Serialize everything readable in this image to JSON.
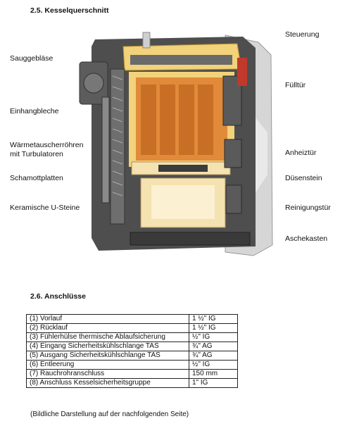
{
  "section1": {
    "title": "2.5. Kesselquerschnitt"
  },
  "labels_left": [
    {
      "text": "Sauggebläse",
      "lines": [
        "Sauggebläse"
      ]
    },
    {
      "text": "Einhangbleche",
      "lines": [
        "Einhangbleche"
      ]
    },
    {
      "text": "Wärmetauscherröhren mit Turbulatoren",
      "lines": [
        "Wärmetauscherröhren",
        "mit Turbulatoren"
      ]
    },
    {
      "text": "Schamottplatten",
      "lines": [
        "Schamottplatten"
      ]
    },
    {
      "text": "Keramische U-Steine",
      "lines": [
        "Keramische U-Steine"
      ]
    }
  ],
  "labels_right": [
    "Steuerung",
    "Fülltür",
    "Anheiztür",
    "Düsenstein",
    "Reinigungstür",
    "Aschekasten"
  ],
  "section2": {
    "title": "2.6. Anschlüsse"
  },
  "connections": [
    {
      "name": "(1) Vorlauf",
      "size": "1 ½\" IG"
    },
    {
      "name": "(2) Rücklauf",
      "size": "1 ½\" IG"
    },
    {
      "name": "(3) Fühlerhülse thermische Ablaufsicherung",
      "size": "½\" IG"
    },
    {
      "name": "(4) Eingang Sicherheitskühlschlange TAS",
      "size": "¾\" AG"
    },
    {
      "name": "(5) Ausgang Sicherheitskühlschlange TAS",
      "size": "¾\" AG"
    },
    {
      "name": "(6) Entleerung",
      "size": "½\" IG"
    },
    {
      "name": "(7) Rauchrohranschluss",
      "size": "150 mm"
    },
    {
      "name": "(8) Anschluss Kesselsicherheitsgruppe",
      "size": "1\" IG"
    }
  ],
  "footnote": "(Bildliche Darstellung auf der nachfolgenden Seite)",
  "colors": {
    "casing": "#5a5a5a",
    "insulation": "#f2d27a",
    "firebox": "#e08a3a",
    "chamotte": "#f4e2b0",
    "outer_panel": "#d9d9d9",
    "badge": "#c0392b"
  }
}
